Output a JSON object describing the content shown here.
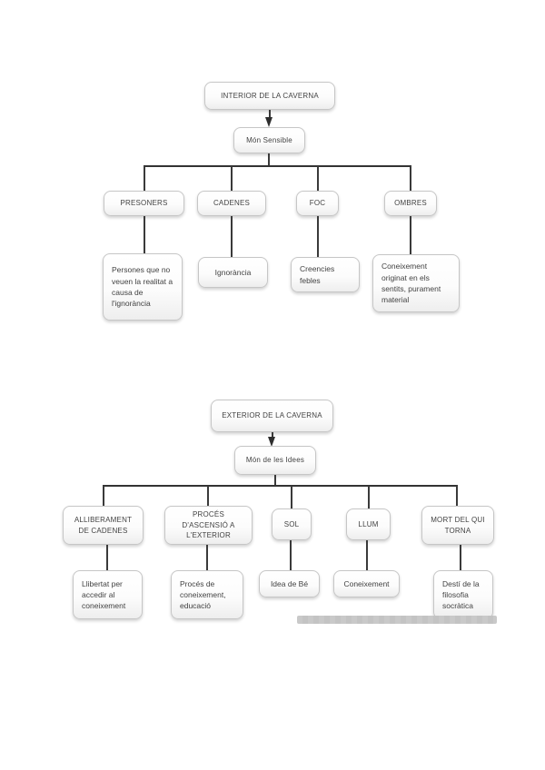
{
  "page": {
    "background": "#ffffff"
  },
  "colors": {
    "connector_line": "#333333",
    "box_border": "#c6c6c6",
    "text": "#424242",
    "scrollbar": "#c9c9c9"
  },
  "diagrams": [
    {
      "title_node": "INTERIOR DE LA CAVERNA",
      "world_node": "Món Sensible",
      "branches": [
        {
          "label": "PRESONERS",
          "detail": "Persones que no veuen la realitat a causa de l'ignorància"
        },
        {
          "label": "CADENES",
          "detail": "Ignorància"
        },
        {
          "label": "FOC",
          "detail": "Creencies febles"
        },
        {
          "label": "OMBRES",
          "detail": "Coneixement originat en els sentits, purament material"
        }
      ]
    },
    {
      "title_node": "EXTERIOR DE LA CAVERNA",
      "world_node": "Món de les Idees",
      "branches": [
        {
          "label": "ALLIBERAMENT DE CADENES",
          "detail": "Llibertat per accedir al coneixement"
        },
        {
          "label": "PROCÉS D'ASCENSIÓ A L'EXTERIOR",
          "detail": "Procés de coneixement, educació"
        },
        {
          "label": "SOL",
          "detail": "Idea de Bé"
        },
        {
          "label": "LLUM",
          "detail": "Coneixement"
        },
        {
          "label": "MORT DEL QUI TORNA",
          "detail": "Destí de la filosofia socràtica"
        }
      ]
    }
  ]
}
